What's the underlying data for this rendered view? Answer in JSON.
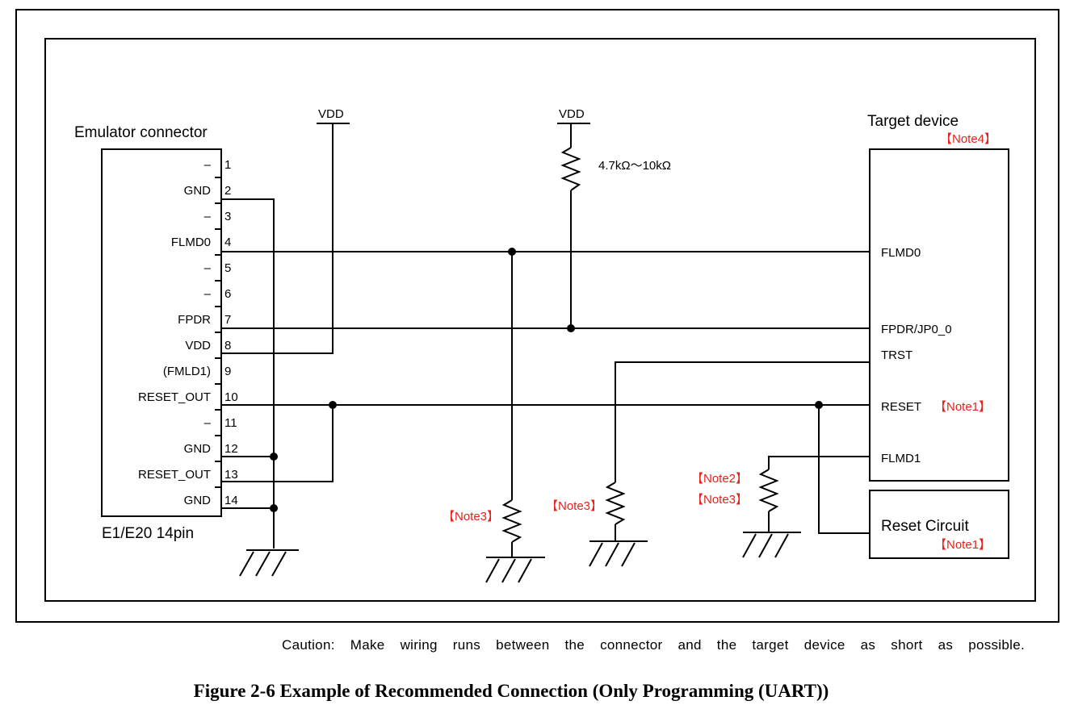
{
  "connector": {
    "title": "Emulator connector",
    "footer": "E1/E20 14pin",
    "pins": [
      {
        "num": "1",
        "name": "–"
      },
      {
        "num": "2",
        "name": "GND"
      },
      {
        "num": "3",
        "name": "–"
      },
      {
        "num": "4",
        "name": "FLMD0"
      },
      {
        "num": "5",
        "name": "–"
      },
      {
        "num": "6",
        "name": "–"
      },
      {
        "num": "7",
        "name": "FPDR"
      },
      {
        "num": "8",
        "name": "VDD"
      },
      {
        "num": "9",
        "name": "(FMLD1)"
      },
      {
        "num": "10",
        "name": "RESET_OUT"
      },
      {
        "num": "11",
        "name": "–"
      },
      {
        "num": "12",
        "name": "GND"
      },
      {
        "num": "13",
        "name": "RESET_OUT"
      },
      {
        "num": "14",
        "name": "GND"
      }
    ]
  },
  "power": {
    "vdd_left": "VDD",
    "vdd_center": "VDD",
    "pullup_value": "4.7kΩ～10kΩ"
  },
  "target": {
    "title": "Target device",
    "note": "【Note4】",
    "pins": {
      "flmd0": "FLMD0",
      "fpdr": "FPDR/JP0_0",
      "trst": "TRST",
      "reset": "RESET",
      "reset_note": "【Note1】",
      "flmd1": "FLMD1"
    }
  },
  "reset_circuit": {
    "label": "Reset Circuit",
    "note": "【Note1】"
  },
  "notes": {
    "note3_a": "【Note3】",
    "note3_b": "【Note3】",
    "note2": "【Note2】",
    "note3_c": "【Note3】"
  },
  "caption": "Caution: Make wiring runs between the connector and the target device as short as possible.",
  "figure_title": "Figure 2-6 Example of Recommended Connection (Only Programming (UART))",
  "colors": {
    "note": "#e8211a",
    "line": "#000000"
  }
}
